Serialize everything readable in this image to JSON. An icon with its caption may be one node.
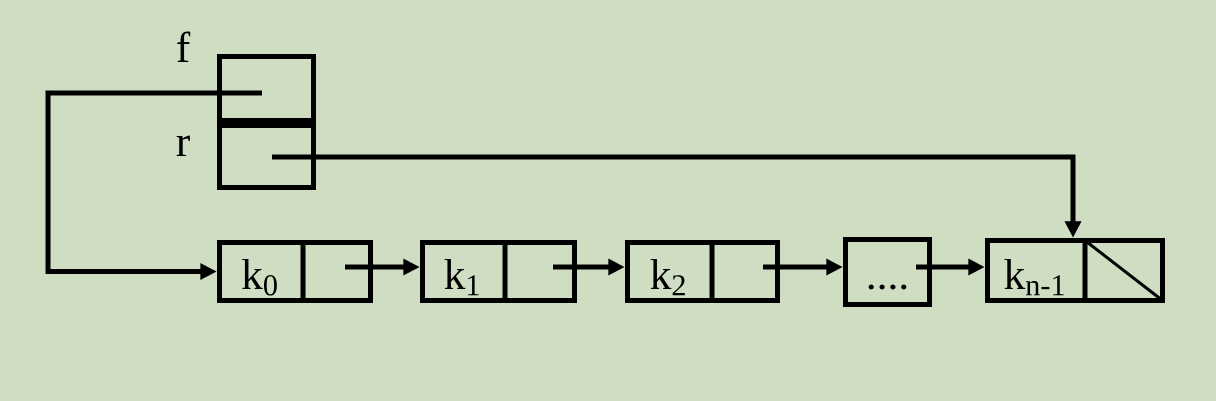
{
  "diagram": {
    "nodes": [
      {
        "text": [],
        "shape": "box",
        "beside": [
          "f"
        ]
      },
      {
        "text": [],
        "shape": "box",
        "beside": [
          "r"
        ]
      },
      {
        "text": [
          "k$_{0}$"
        ]
      },
      {
        "text": [
          "k$_{1}$"
        ]
      },
      {
        "text": [
          "k$_{2}$"
        ]
      },
      {
        "text": [
          "...."
        ]
      },
      {
        "text": [
          "k$_{n-1}$"
        ]
      }
    ],
    "edges": [
      {
        "from": 0,
        "to": 2,
        "arrow": "to"
      },
      {
        "from": 1,
        "to": 6,
        "arrow": "to"
      },
      {
        "from": 2,
        "to": 3,
        "arrow": "to"
      },
      {
        "from": 3,
        "to": 4,
        "arrow": "to"
      },
      {
        "from": 4,
        "to": 5,
        "arrow": "to"
      },
      {
        "from": 5,
        "to": 6,
        "arrow": "to"
      }
    ]
  }
}
